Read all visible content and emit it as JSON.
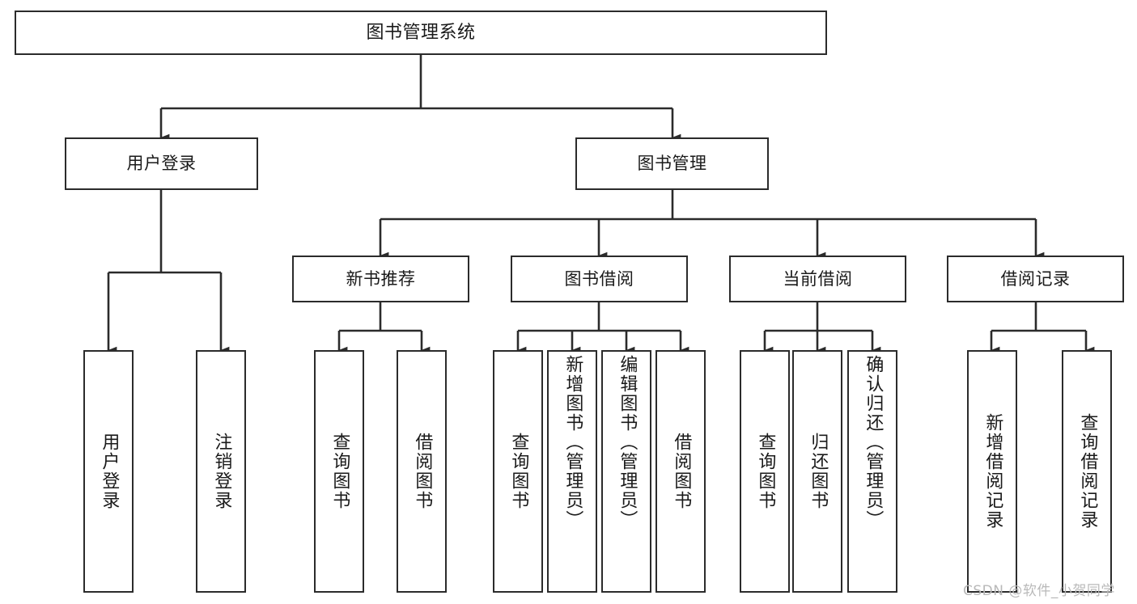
{
  "diagram": {
    "title": "图书管理系统",
    "type": "hierarchy-tree",
    "watermark": "CSDN @软件_小贺同学",
    "colors": {
      "box_border": "#2b2b2b",
      "box_fill": "#ffffff",
      "connector": "#2b2b2b",
      "text": "#1a1a1a",
      "watermark": "#b9b9b9"
    },
    "levels": [
      {
        "level": 0,
        "nodes": [
          {
            "id": "root",
            "label": "图书管理系统",
            "orientation": "horizontal"
          }
        ]
      },
      {
        "level": 1,
        "nodes": [
          {
            "id": "user-login",
            "label": "用户登录",
            "orientation": "horizontal",
            "parent": "root"
          },
          {
            "id": "book-manage",
            "label": "图书管理",
            "orientation": "horizontal",
            "parent": "root"
          }
        ]
      },
      {
        "level": 2,
        "nodes": [
          {
            "id": "new-book-rec",
            "label": "新书推荐",
            "orientation": "horizontal",
            "parent": "book-manage"
          },
          {
            "id": "book-borrow",
            "label": "图书借阅",
            "orientation": "horizontal",
            "parent": "book-manage"
          },
          {
            "id": "current-borrow",
            "label": "当前借阅",
            "orientation": "horizontal",
            "parent": "book-manage"
          },
          {
            "id": "borrow-record",
            "label": "借阅记录",
            "orientation": "horizontal",
            "parent": "book-manage"
          }
        ]
      },
      {
        "level": 3,
        "nodes": [
          {
            "id": "leaf-user-login",
            "label": "用户登录",
            "orientation": "vertical",
            "parent": "user-login"
          },
          {
            "id": "leaf-logout",
            "label": "注销登录",
            "orientation": "vertical",
            "parent": "user-login"
          },
          {
            "id": "leaf-query-book-1",
            "label": "查询图书",
            "orientation": "vertical",
            "parent": "new-book-rec"
          },
          {
            "id": "leaf-borrow-book-1",
            "label": "借阅图书",
            "orientation": "vertical",
            "parent": "new-book-rec"
          },
          {
            "id": "leaf-query-book-2",
            "label": "查询图书",
            "orientation": "vertical",
            "parent": "book-borrow"
          },
          {
            "id": "leaf-add-book",
            "label": "新增图书（管理员）",
            "orientation": "vertical",
            "parent": "book-borrow"
          },
          {
            "id": "leaf-edit-book",
            "label": "编辑图书（管理员）",
            "orientation": "vertical",
            "parent": "book-borrow"
          },
          {
            "id": "leaf-borrow-book-2",
            "label": "借阅图书",
            "orientation": "vertical",
            "parent": "book-borrow"
          },
          {
            "id": "leaf-query-book-3",
            "label": "查询图书",
            "orientation": "vertical",
            "parent": "current-borrow"
          },
          {
            "id": "leaf-return-book",
            "label": "归还图书",
            "orientation": "vertical",
            "parent": "current-borrow"
          },
          {
            "id": "leaf-confirm-return",
            "label": "确认归还（管理员）",
            "orientation": "vertical",
            "parent": "current-borrow"
          },
          {
            "id": "leaf-add-record",
            "label": "新增借阅记录",
            "orientation": "vertical",
            "parent": "borrow-record"
          },
          {
            "id": "leaf-query-record",
            "label": "查询借阅记录",
            "orientation": "vertical",
            "parent": "borrow-record"
          }
        ]
      }
    ]
  }
}
